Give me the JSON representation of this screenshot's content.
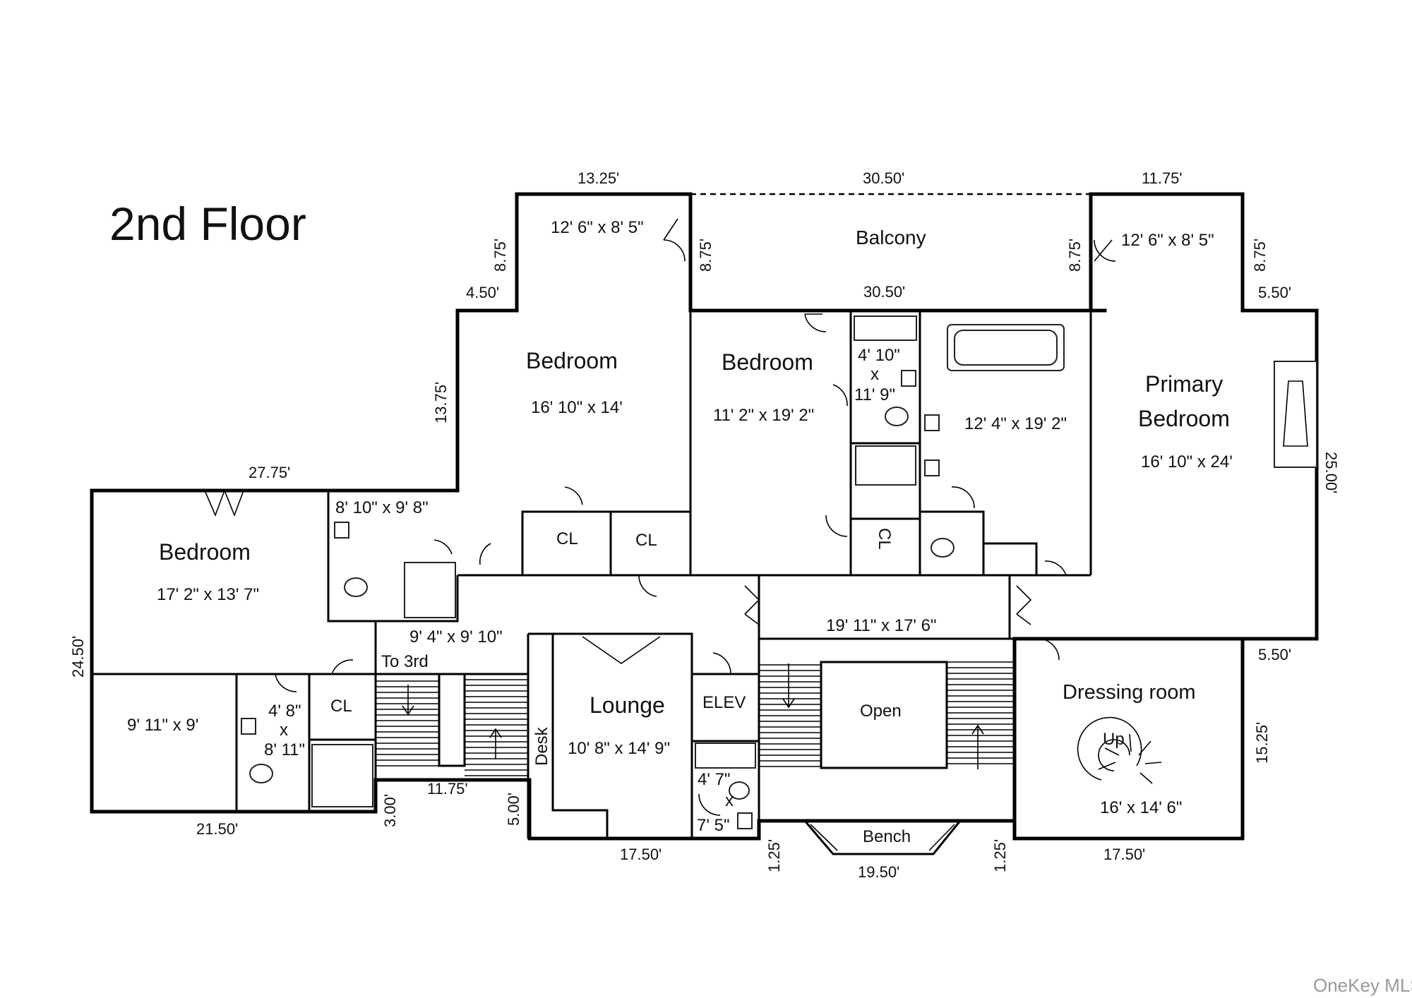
{
  "title": "2nd Floor",
  "rooms": {
    "bedroom_left": {
      "name": "Bedroom",
      "size": "17' 2\" x 13' 7\""
    },
    "bedroom_left_alcove": {
      "size": "9' 11\" x 9'"
    },
    "bath_left": {
      "size": "8' 10\" x 9' 8\""
    },
    "hall_small": {
      "size": "9' 4\" x 9' 10\""
    },
    "bath_small": {
      "size_w": "4' 8\"",
      "x": "x",
      "size_d": "8' 11\""
    },
    "closet_left": {
      "name": "CL"
    },
    "stairs_to_3rd": {
      "label": "To 3rd"
    },
    "bedroom_middle": {
      "name": "Bedroom",
      "size": "16' 10\" x 14'"
    },
    "closet_a": {
      "name": "CL"
    },
    "closet_b": {
      "name": "CL"
    },
    "room_top_left": {
      "size": "12' 6\" x 8' 5\""
    },
    "balcony": {
      "name": "Balcony"
    },
    "room_top_right": {
      "size": "12' 6\" x 8' 5\""
    },
    "bedroom_center": {
      "name": "Bedroom",
      "size": "11' 2\" x 19' 2\""
    },
    "bath_center": {
      "size_w": "4' 10\"",
      "x": "x",
      "size_d": "11' 9\""
    },
    "closet_center": {
      "name": "CL"
    },
    "primary_bath": {
      "size": "12' 4\" x 19' 2\""
    },
    "primary_bedroom": {
      "name_line1": "Primary",
      "name_line2": "Bedroom",
      "size": "16' 10\" x 24'"
    },
    "lounge": {
      "name": "Lounge",
      "size": "10' 8\" x 14' 9\""
    },
    "desk": {
      "name": "Desk"
    },
    "elevator": {
      "name": "ELEV"
    },
    "bath_elev": {
      "size_w": "4' 7\"",
      "x": "x",
      "size_d": "7' 5\""
    },
    "landing": {
      "size": "19' 11\" x 17' 6\""
    },
    "open": {
      "name": "Open"
    },
    "bench": {
      "name": "Bench"
    },
    "dressing_room": {
      "name": "Dressing room",
      "size": "16' x 14' 6\"",
      "stair": "Up"
    }
  },
  "dimensions": {
    "top_left_width": "13.25'",
    "balcony_width": "30.50'",
    "top_right_width": "11.75'",
    "top_left_depth_left": "8.75'",
    "top_left_depth_right": "8.75'",
    "top_right_depth_left": "8.75'",
    "top_right_depth_right": "8.75'",
    "balcony_bottom": "30.50'",
    "step_left": "4.50'",
    "step_right_top": "5.50'",
    "middle_left_depth": "13.75'",
    "left_wing_width": "27.75'",
    "left_depth": "24.50'",
    "primary_depth": "25.00'",
    "step_right_mid": "5.50'",
    "dressing_depth": "15.25'",
    "bottom_left": "21.50'",
    "stair_width": "11.75'",
    "step_3": "3.00'",
    "step_5": "5.00'",
    "bottom_lounge": "17.50'",
    "bench_left": "1.25'",
    "bench_width": "19.50'",
    "bench_right": "1.25'",
    "bottom_dressing": "17.50'"
  },
  "watermark": "OneKey MLS",
  "colors": {
    "wall": "#000000",
    "text": "#111111",
    "watermark": "#9a9a9a"
  }
}
